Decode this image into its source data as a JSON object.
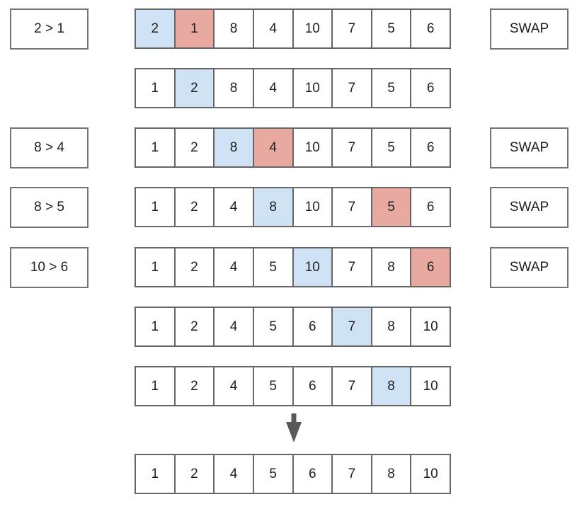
{
  "colors": {
    "cell_highlight_blue": "#cfe2f3",
    "cell_highlight_red": "#e8a9a0",
    "border_gray": "#666666",
    "box_border_gray": "#757575",
    "arrow_gray": "#595959",
    "text": "#1f1f1f",
    "background": "#ffffff"
  },
  "swap_label": "SWAP",
  "steps": [
    {
      "comparison": "2 > 1",
      "swap": true,
      "cells": [
        {
          "v": "2",
          "h": "blue"
        },
        {
          "v": "1",
          "h": "red"
        },
        {
          "v": "8"
        },
        {
          "v": "4"
        },
        {
          "v": "10"
        },
        {
          "v": "7"
        },
        {
          "v": "5"
        },
        {
          "v": "6"
        }
      ]
    },
    {
      "comparison": null,
      "swap": false,
      "cells": [
        {
          "v": "1"
        },
        {
          "v": "2",
          "h": "blue"
        },
        {
          "v": "8"
        },
        {
          "v": "4"
        },
        {
          "v": "10"
        },
        {
          "v": "7"
        },
        {
          "v": "5"
        },
        {
          "v": "6"
        }
      ]
    },
    {
      "comparison": "8 > 4",
      "swap": true,
      "cells": [
        {
          "v": "1"
        },
        {
          "v": "2"
        },
        {
          "v": "8",
          "h": "blue"
        },
        {
          "v": "4",
          "h": "red"
        },
        {
          "v": "10"
        },
        {
          "v": "7"
        },
        {
          "v": "5"
        },
        {
          "v": "6"
        }
      ]
    },
    {
      "comparison": "8 > 5",
      "swap": true,
      "cells": [
        {
          "v": "1"
        },
        {
          "v": "2"
        },
        {
          "v": "4"
        },
        {
          "v": "8",
          "h": "blue"
        },
        {
          "v": "10"
        },
        {
          "v": "7"
        },
        {
          "v": "5",
          "h": "red"
        },
        {
          "v": "6"
        }
      ]
    },
    {
      "comparison": "10 > 6",
      "swap": true,
      "cells": [
        {
          "v": "1"
        },
        {
          "v": "2"
        },
        {
          "v": "4"
        },
        {
          "v": "5"
        },
        {
          "v": "10",
          "h": "blue"
        },
        {
          "v": "7"
        },
        {
          "v": "8"
        },
        {
          "v": "6",
          "h": "red"
        }
      ]
    },
    {
      "comparison": null,
      "swap": false,
      "cells": [
        {
          "v": "1"
        },
        {
          "v": "2"
        },
        {
          "v": "4"
        },
        {
          "v": "5"
        },
        {
          "v": "6"
        },
        {
          "v": "7",
          "h": "blue"
        },
        {
          "v": "8"
        },
        {
          "v": "10"
        }
      ]
    },
    {
      "comparison": null,
      "swap": false,
      "cells": [
        {
          "v": "1"
        },
        {
          "v": "2"
        },
        {
          "v": "4"
        },
        {
          "v": "5"
        },
        {
          "v": "6"
        },
        {
          "v": "7"
        },
        {
          "v": "8",
          "h": "blue"
        },
        {
          "v": "10"
        }
      ]
    }
  ],
  "result": {
    "cells": [
      "1",
      "2",
      "4",
      "5",
      "6",
      "7",
      "8",
      "10"
    ]
  }
}
